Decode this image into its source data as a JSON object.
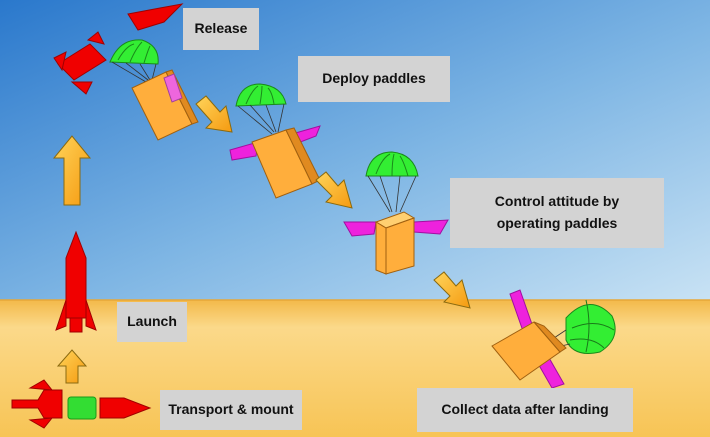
{
  "steps": {
    "release": "Release",
    "deploy_paddles": "Deploy paddles",
    "control_attitude": [
      "Control attitude by",
      "operating paddles"
    ],
    "launch": "Launch",
    "transport_mount": "Transport & mount",
    "collect_data": "Collect data after landing"
  },
  "colors": {
    "sky_top": "#2e7fd0",
    "sky_bottom": "#b9d9f2",
    "ground": "#f6c24e",
    "rocket": "#f00000",
    "rocket_joint": "#33dd33",
    "parachute": "#33ee33",
    "probe_body": "#ffae3c",
    "paddle": "#ee22dd",
    "flow_arrow": "#ffb21e",
    "label_box": "#d3d3d3"
  }
}
